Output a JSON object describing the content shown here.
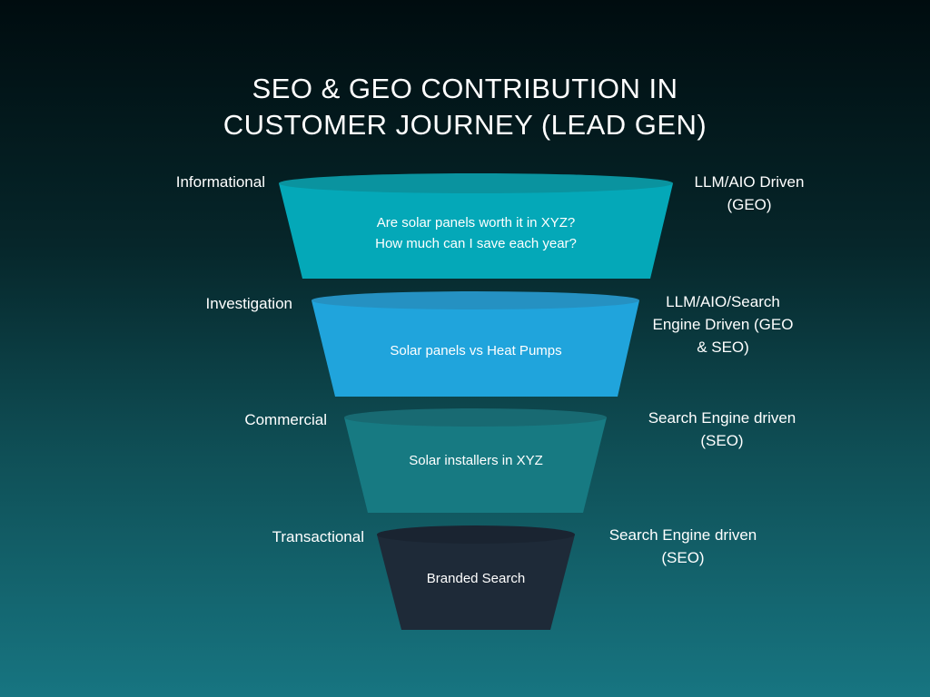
{
  "title": {
    "line1": "SEO & GEO CONTRIBUTION IN",
    "line2": "CUSTOMER JOURNEY (LEAD GEN)"
  },
  "stages": [
    {
      "stage": "Informational",
      "driver": [
        "LLM/AIO Driven",
        "(GEO)"
      ],
      "queries": [
        "Are solar panels worth it in XYZ?",
        "How much can I save each year?"
      ],
      "color": "#04a8b8",
      "top_color": "#0a939f"
    },
    {
      "stage": "Investigation",
      "driver": [
        "LLM/AIO/Search",
        "Engine Driven (GEO",
        "& SEO)"
      ],
      "queries": [
        "Solar panels vs Heat Pumps"
      ],
      "color": "#20a4dc",
      "top_color": "#2591c2"
    },
    {
      "stage": "Commercial",
      "driver": [
        "Search Engine driven",
        "(SEO)"
      ],
      "queries": [
        "Solar installers in XYZ"
      ],
      "color": "#177a82",
      "top_color": "#186a72"
    },
    {
      "stage": "Transactional",
      "driver": [
        "Search Engine driven",
        "(SEO)"
      ],
      "queries": [
        "Branded Search"
      ],
      "color": "#1e2a38",
      "top_color": "#1a2431"
    }
  ]
}
